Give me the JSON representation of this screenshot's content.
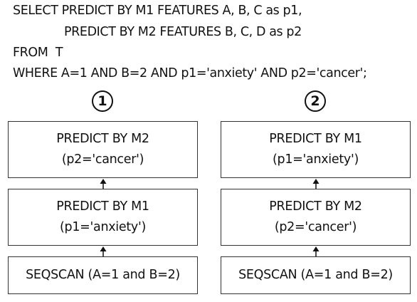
{
  "query": {
    "lines": [
      "SELECT PREDICT BY M1 FEATURES A, B, C as p1,",
      "PREDICT BY M2 FEATURES B, C, D as p2",
      "FROM  T",
      "WHERE A=1 AND B=2 AND p1='anxiety' AND p2='cancer';"
    ]
  },
  "plans": [
    {
      "marker": "1",
      "nodes": [
        {
          "title": "PREDICT BY M2",
          "detail": "(p2='cancer')"
        },
        {
          "title": "PREDICT BY M1",
          "detail": "(p1='anxiety')"
        },
        {
          "title": "SEQSCAN (A=1 and B=2)",
          "detail": ""
        }
      ]
    },
    {
      "marker": "2",
      "nodes": [
        {
          "title": "PREDICT BY M1",
          "detail": "(p1='anxiety')"
        },
        {
          "title": "PREDICT BY M2",
          "detail": "(p2='cancer')"
        },
        {
          "title": "SEQSCAN (A=1 and B=2)",
          "detail": ""
        }
      ]
    }
  ]
}
